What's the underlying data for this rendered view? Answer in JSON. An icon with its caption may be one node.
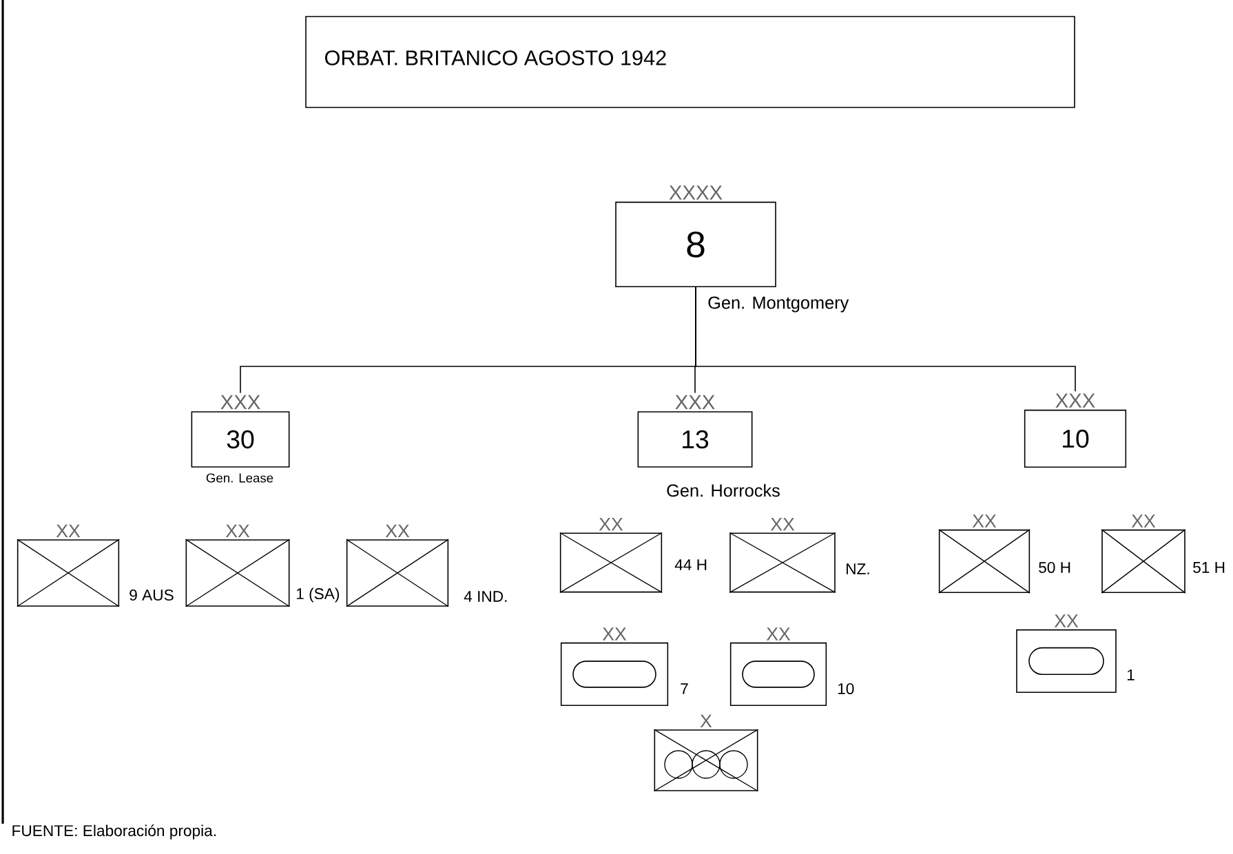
{
  "diagram": {
    "title": "ORBAT. BRITANICO AGOSTO 1942",
    "nodes": [
      {
        "text": [
          "XXXX",
          "8"
        ],
        "beside": [
          "Gen. Montgomery"
        ]
      },
      {
        "text": [
          "XXX",
          "30"
        ],
        "beside": [
          "Gen. Lease"
        ]
      },
      {
        "text": [
          "XXX",
          "13"
        ],
        "beside": [
          "Gen. Horrocks"
        ]
      },
      {
        "text": [
          "XXX",
          "10"
        ]
      },
      {
        "text": [
          "XX"
        ],
        "beside": [
          "9 AUS"
        ]
      },
      {
        "text": [
          "XX"
        ],
        "beside": [
          "1 (SA)"
        ]
      },
      {
        "text": [
          "XX"
        ],
        "beside": [
          "4 IND."
        ]
      },
      {
        "text": [
          "XX"
        ],
        "beside": [
          "44 H"
        ]
      },
      {
        "text": [
          "XX"
        ],
        "beside": [
          "NZ."
        ]
      },
      {
        "text": [
          "XX"
        ],
        "beside": [
          "50 H"
        ]
      },
      {
        "text": [
          "XX"
        ],
        "beside": [
          "51 H"
        ]
      },
      {
        "text": [
          "XX"
        ],
        "beside": [
          "7"
        ]
      },
      {
        "text": [
          "XX"
        ],
        "beside": [
          "10"
        ]
      },
      {
        "text": [
          "XX"
        ],
        "beside": [
          "1"
        ]
      },
      {
        "text": [
          "X"
        ]
      }
    ],
    "edges": [
      {
        "from": 0,
        "to": 1,
        "arrow": "none"
      },
      {
        "from": 0,
        "to": 2,
        "arrow": "none"
      },
      {
        "from": 0,
        "to": 3,
        "arrow": "none"
      }
    ],
    "labels": [
      "FUENTE: Elaboración propia."
    ]
  }
}
